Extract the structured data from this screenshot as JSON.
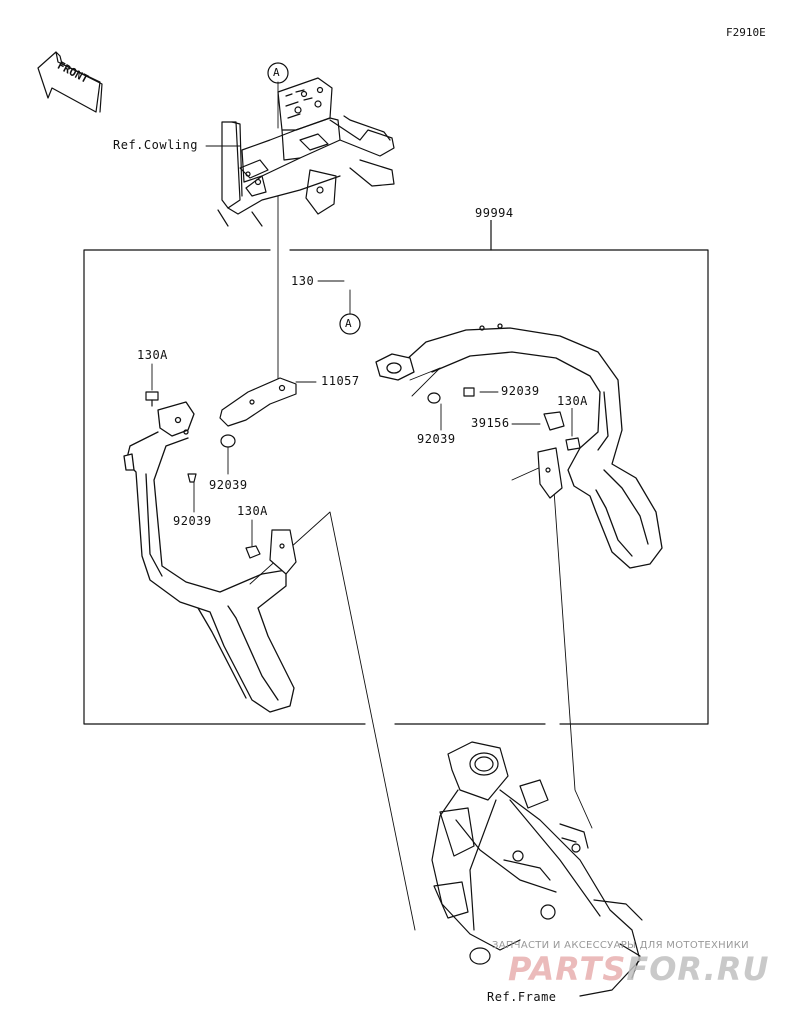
{
  "figure_code": "F2910E",
  "front_label": "FRONT",
  "labels": {
    "ref_cowling": "Ref.Cowling",
    "ref_frame": "Ref.Frame",
    "assembly": "99994",
    "bolt_130": "130",
    "callout_a_top": "A",
    "callout_a_mid": "A",
    "bolt_130a_left_top": "130A",
    "bracket_11057": "11057",
    "cap_92039_left_a": "92039",
    "cap_92039_left_b": "92039",
    "bolt_130a_left_low": "130A",
    "cap_92039_right_a": "92039",
    "cap_92039_right_b": "92039",
    "clamp_39156": "39156",
    "bolt_130a_right": "130A"
  },
  "watermark": {
    "subtitle": "ЗАПЧАСТИ И АКСЕССУАРЫ ДЛЯ МОТОТЕХНИКИ",
    "brand_part1": "PARTS",
    "brand_part2": "FOR.RU",
    "color_red": "#e8b0b0",
    "color_gray": "#c0c0c0"
  }
}
